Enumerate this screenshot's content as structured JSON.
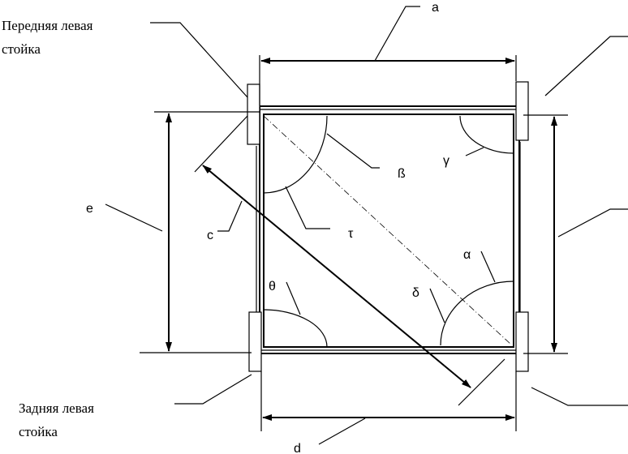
{
  "labels": {
    "front_left_post_line1": "Передняя левая",
    "front_left_post_line2": "стойка",
    "rear_left_post_line1": "Задняя левая",
    "rear_left_post_line2": "стойка",
    "dim_a": "a",
    "dim_d": "d",
    "dim_e": "e",
    "dim_c": "c",
    "angle_beta": "ß",
    "angle_gamma": "γ",
    "angle_tau": "τ",
    "angle_alpha": "α",
    "angle_delta": "δ",
    "angle_theta": "θ"
  }
}
